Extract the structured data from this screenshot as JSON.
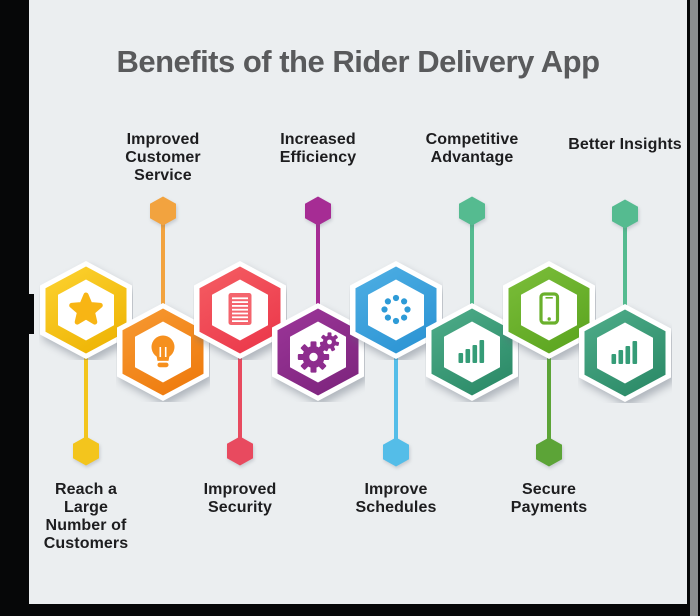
{
  "title": "Benefits of the Rider Delivery App",
  "colors": {
    "background": "#EBEEF0",
    "title_text": "#595A5C",
    "label_text": "#1D1D1F",
    "frame_black": "#060708",
    "scrollbar_gray": "#8B8E8F",
    "hexagon_ring_white": "#FFFFFF"
  },
  "benefits": [
    {
      "label": "Reach a Large Number of Customers",
      "icon": "star-icon",
      "label_position": "below",
      "hex_color_light": "#FDD331",
      "hex_color_dark": "#EFB607",
      "icon_color": "#F8B514",
      "connector_color": "#F3C51D"
    },
    {
      "label": "Improved Customer Service",
      "icon": "lightbulb-icon",
      "label_position": "above",
      "hex_color_light": "#F79A33",
      "hex_color_dark": "#EF7D10",
      "icon_color": "#F6901E",
      "connector_color": "#F2A33F"
    },
    {
      "label": "Improved Security",
      "icon": "document-icon",
      "label_position": "below",
      "hex_color_light": "#F55E63",
      "hex_color_dark": "#EC3B4D",
      "icon_color": "#F4646D",
      "connector_color": "#E84A5F"
    },
    {
      "label": "Increased Efficiency",
      "icon": "gears-icon",
      "label_position": "above",
      "hex_color_light": "#9C3699",
      "hex_color_dark": "#802680",
      "icon_color": "#8E2D8E",
      "connector_color": "#A62C94"
    },
    {
      "label": "Improve Schedules",
      "icon": "spinner-dots-icon",
      "label_position": "below",
      "hex_color_light": "#4FAFE4",
      "hex_color_dark": "#2E96D5",
      "icon_color": "#2E9BD7",
      "connector_color": "#54BDE8"
    },
    {
      "label": "Competitive Advantage",
      "icon": "bar-chart-icon",
      "label_position": "above",
      "hex_color_light": "#4FAD8A",
      "hex_color_dark": "#2E8D6A",
      "icon_color": "#359C77",
      "connector_color": "#55BB90"
    },
    {
      "label": "Secure Payments",
      "icon": "smartphone-icon",
      "label_position": "below",
      "hex_color_light": "#7CBE3A",
      "hex_color_dark": "#5EA722",
      "icon_color": "#6AB02C",
      "connector_color": "#5CA437"
    },
    {
      "label": "Better Insights",
      "icon": "bar-chart-icon",
      "label_position": "above",
      "hex_color_light": "#4FAD8A",
      "hex_color_dark": "#2E8D6A",
      "icon_color": "#359C77",
      "connector_color": "#55BB90"
    }
  ]
}
